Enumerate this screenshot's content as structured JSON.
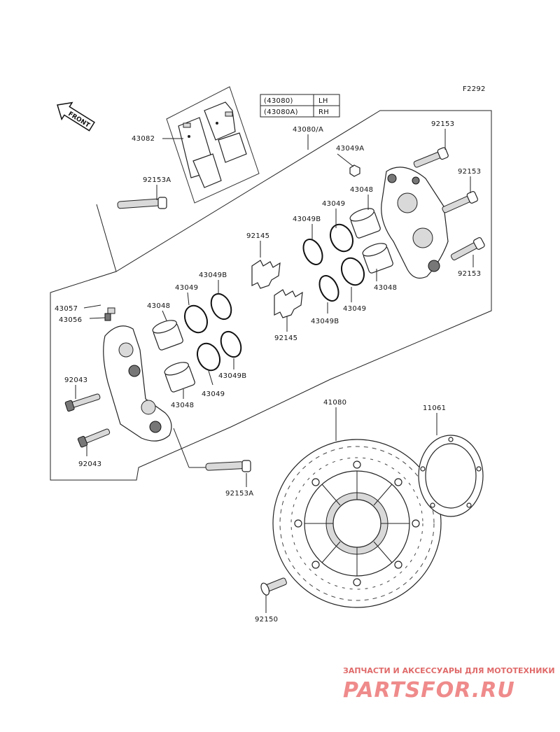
{
  "figure_code": "F2292",
  "front_arrow": "FRONT",
  "legend": [
    {
      "part": "(43080)",
      "side": "LH"
    },
    {
      "part": "(43080A)",
      "side": "RH"
    }
  ],
  "labels": {
    "l43082": "43082",
    "l43080a": "43080/A",
    "l43049a": "43049A",
    "l92153_top": "92153",
    "l92153_mid": "92153",
    "l92153_low": "92153",
    "l92153a_top": "92153A",
    "l92153a_bot": "92153A",
    "l43048_r1": "43048",
    "l43049_r1": "43049",
    "l43049b_r1": "43049B",
    "l92145_a": "92145",
    "l92145_b": "92145",
    "l43048_r2": "43048",
    "l43049_r2": "43049",
    "l43049b_r2": "43049B",
    "l43057": "43057",
    "l43056": "43056",
    "l43049b_l1": "43049B",
    "l43049_l1": "43049",
    "l43048_l1": "43048",
    "l92043_a": "92043",
    "l43049b_l2": "43049B",
    "l43049_l2": "43049",
    "l43048_l2": "43048",
    "l92043_b": "92043",
    "l41080": "41080",
    "l11061": "11061",
    "l92150": "92150"
  },
  "watermark": {
    "tagline": "ЗАПЧАСТИ И АКСЕССУАРЫ ДЛЯ МОТОТЕХНИКИ",
    "logo": "PARTSFOR.RU",
    "color": "#e06a6a"
  }
}
